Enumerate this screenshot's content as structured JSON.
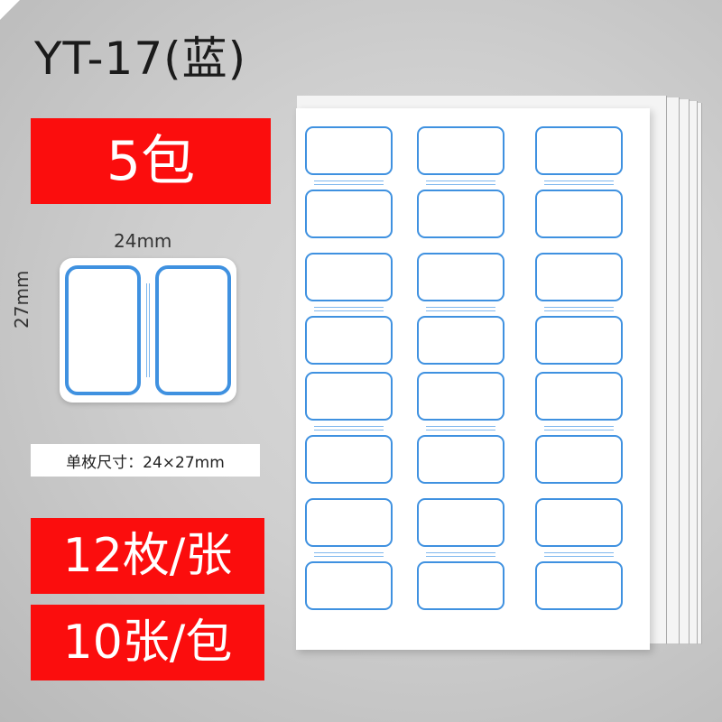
{
  "product": {
    "title": "YT-17(蓝)",
    "pack_banner": "5包",
    "label_width": "24mm",
    "label_height": "27mm",
    "size_note": "单枚尺寸：24×27mm",
    "per_sheet_banner": "12枚/张",
    "per_pack_banner": "10张/包"
  },
  "colors": {
    "banner": "#fb0d0d",
    "label_border": "#3f91e0",
    "background": "#d0d0d0"
  },
  "sheet": {
    "columns": 3,
    "pairs_per_column": 4,
    "labels_per_sheet": 12
  }
}
